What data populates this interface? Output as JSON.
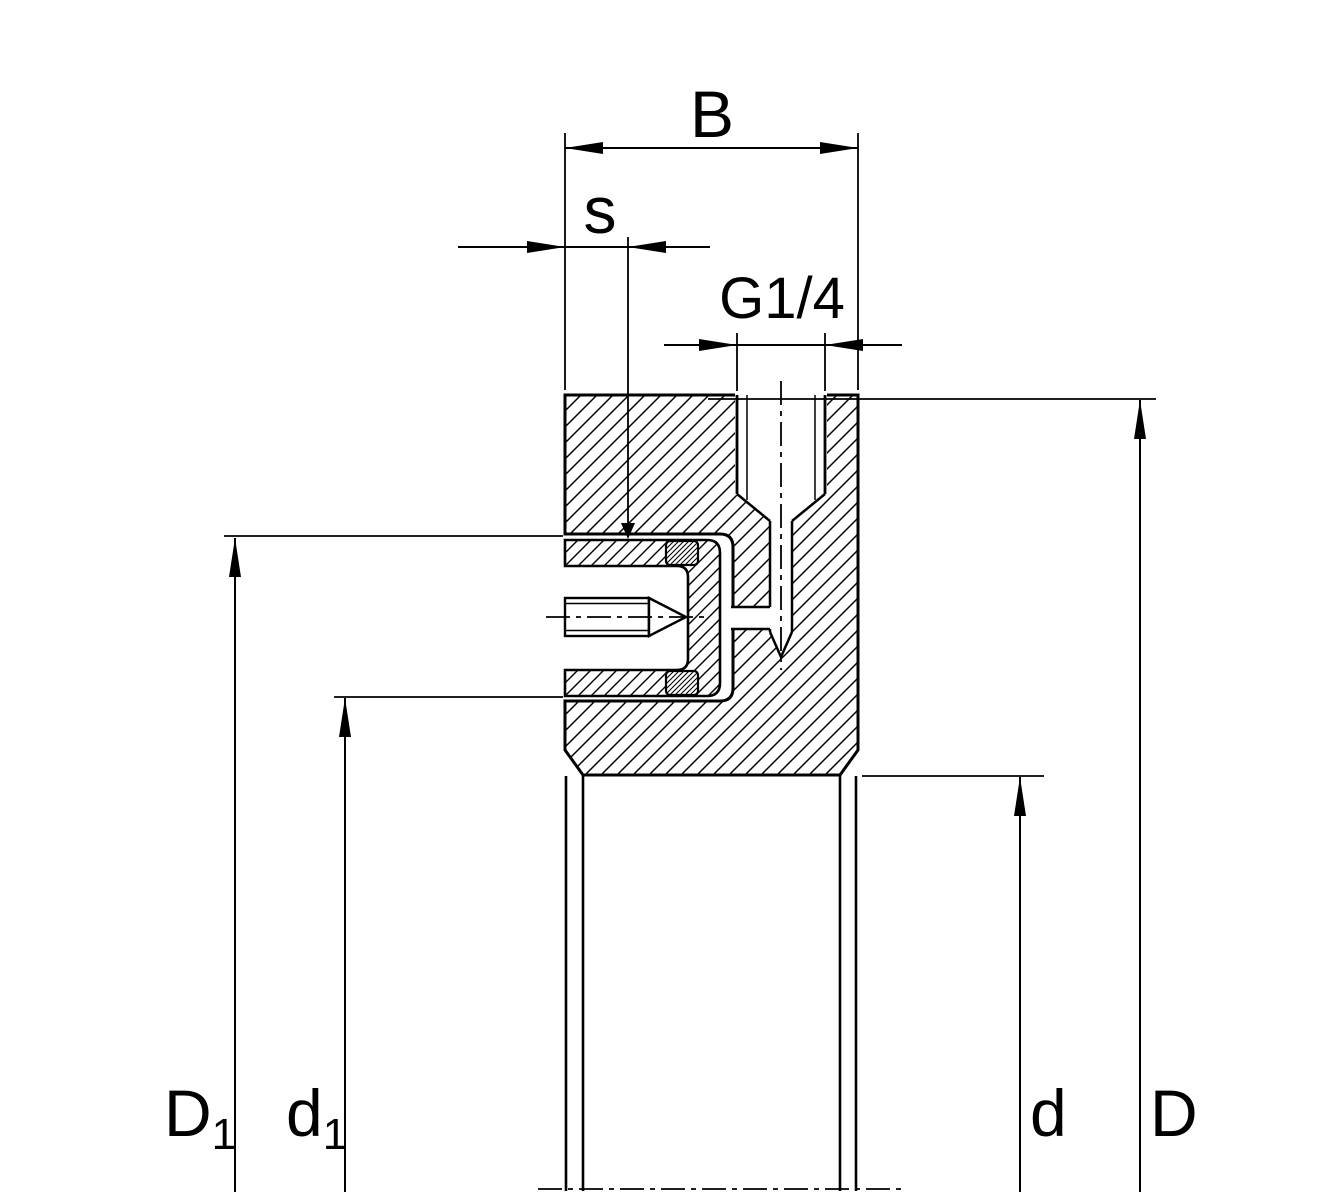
{
  "drawing": {
    "kind": "technical-cross-section",
    "colors": {
      "line": "#000000",
      "background": "#ffffff"
    },
    "labels": {
      "width_B": "B",
      "offset_s": "s",
      "port_G": "G1/4",
      "diameter_D1": {
        "main": "D",
        "sub": "1"
      },
      "diameter_d1": {
        "main": "d",
        "sub": "1"
      },
      "diameter_d": "d",
      "diameter_D": "D"
    }
  }
}
